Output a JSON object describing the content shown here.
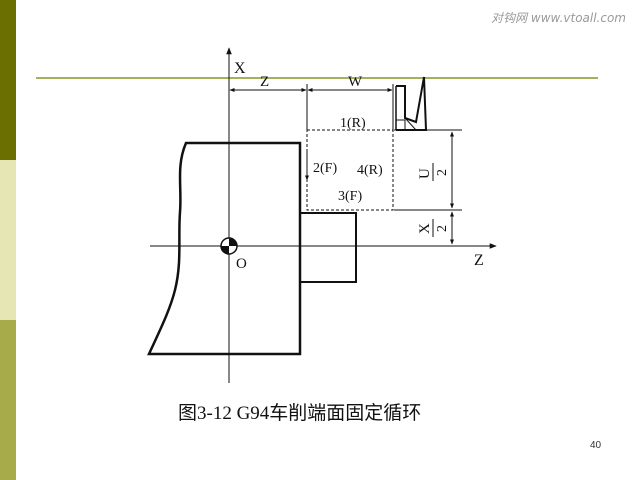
{
  "watermark": "对钩网 www.vtoall.com",
  "colors": {
    "band_dark": "#6b6e00",
    "band_mid": "#a8ab4a",
    "band_light": "#e6e6b4",
    "rule_line": "#a6b05a"
  },
  "diagram": {
    "axis_x_label": "X",
    "axis_z_label": "Z",
    "origin_label": "O",
    "dim_z_label": "Z",
    "dim_w_label": "W",
    "step_1": "1(R)",
    "step_2": "2(F)",
    "step_3": "3(F)",
    "step_4": "4(R)",
    "u_num": "U",
    "u_den": "2",
    "x_num": "X",
    "x_den": "2"
  },
  "caption": "图3-12  G94车削端面固定循环",
  "page_number": "40"
}
